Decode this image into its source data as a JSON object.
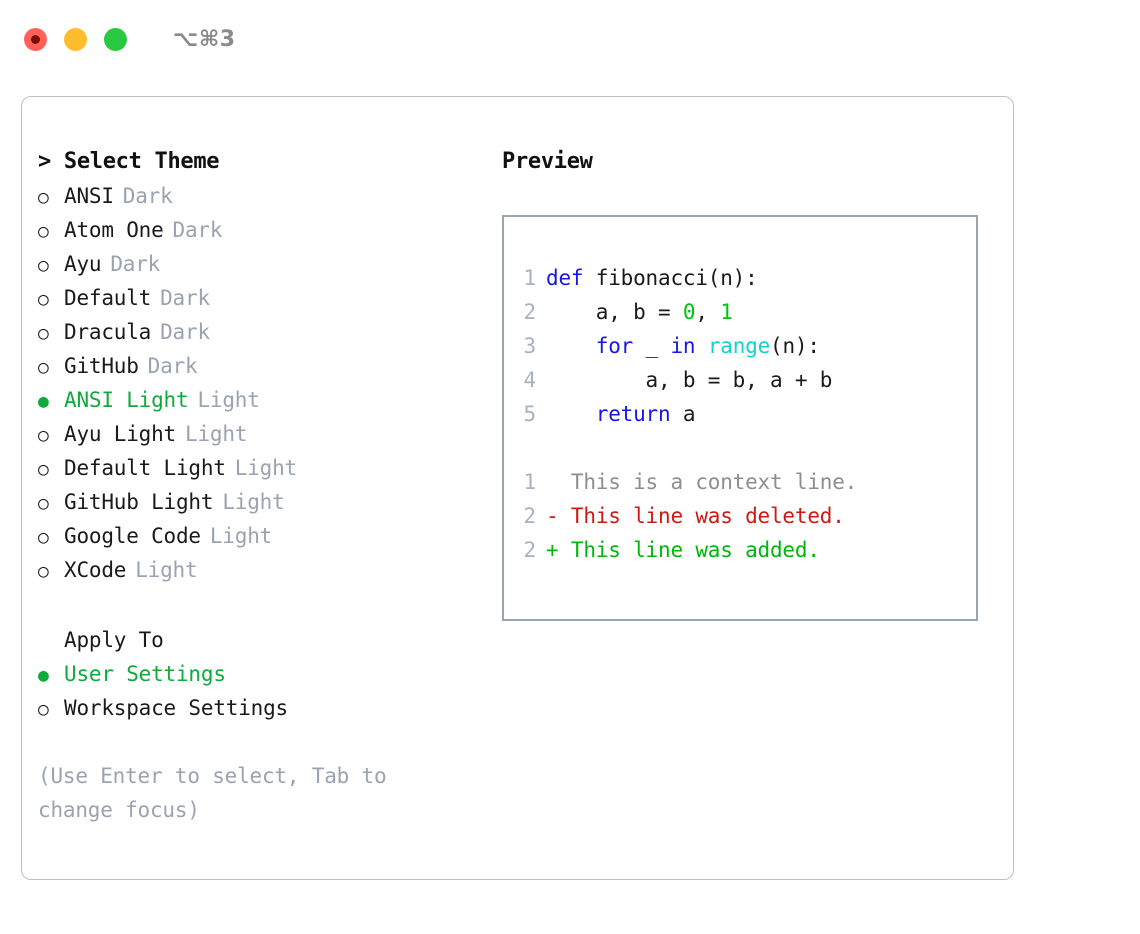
{
  "titlebar": {
    "shortcut": "⌥⌘3",
    "lights": [
      {
        "name": "close",
        "color": "#ff6159"
      },
      {
        "name": "minimize",
        "color": "#ffbd2e"
      },
      {
        "name": "maximize",
        "color": "#28c840"
      }
    ]
  },
  "colors": {
    "accent_selected": "#10a93b",
    "muted": "#9aa3b1",
    "border_card": "#b9c0ca",
    "border_preview": "#9aa5b4",
    "keyword": "#1616e8",
    "function": "#10d2d2",
    "number": "#00c40a",
    "diff_add": "#00b60a",
    "diff_del": "#cc1a12",
    "diff_ctx": "#8e8e8e",
    "linenum": "#a7b1c0"
  },
  "left": {
    "title": "> Select Theme",
    "themes": [
      {
        "bullet": "○",
        "name": "ANSI",
        "category": "Dark",
        "selected": false
      },
      {
        "bullet": "○",
        "name": "Atom One",
        "category": "Dark",
        "selected": false
      },
      {
        "bullet": "○",
        "name": "Ayu",
        "category": "Dark",
        "selected": false
      },
      {
        "bullet": "○",
        "name": "Default",
        "category": "Dark",
        "selected": false
      },
      {
        "bullet": "○",
        "name": "Dracula",
        "category": "Dark",
        "selected": false
      },
      {
        "bullet": "○",
        "name": "GitHub",
        "category": "Dark",
        "selected": false
      },
      {
        "bullet": "●",
        "name": "ANSI Light",
        "category": "Light",
        "selected": true
      },
      {
        "bullet": "○",
        "name": "Ayu Light",
        "category": "Light",
        "selected": false
      },
      {
        "bullet": "○",
        "name": "Default Light",
        "category": "Light",
        "selected": false
      },
      {
        "bullet": "○",
        "name": "GitHub Light",
        "category": "Light",
        "selected": false
      },
      {
        "bullet": "○",
        "name": "Google Code",
        "category": "Light",
        "selected": false
      },
      {
        "bullet": "○",
        "name": "XCode",
        "category": "Light",
        "selected": false
      }
    ],
    "apply_to_title": "Apply To",
    "apply_to": [
      {
        "bullet": "●",
        "name": "User Settings",
        "selected": true
      },
      {
        "bullet": "○",
        "name": "Workspace Settings",
        "selected": false
      }
    ],
    "hint": "(Use Enter to select, Tab to change focus)"
  },
  "right": {
    "title": "Preview",
    "code_lines": [
      {
        "num": "1",
        "tokens": [
          {
            "t": "def",
            "c": "kw"
          },
          {
            "t": " fibonacci(n):",
            "c": "def"
          }
        ]
      },
      {
        "num": "2",
        "tokens": [
          {
            "t": "    a, b = ",
            "c": "def"
          },
          {
            "t": "0",
            "c": "num"
          },
          {
            "t": ", ",
            "c": "def"
          },
          {
            "t": "1",
            "c": "num"
          }
        ]
      },
      {
        "num": "3",
        "tokens": [
          {
            "t": "    ",
            "c": "def"
          },
          {
            "t": "for",
            "c": "kw"
          },
          {
            "t": " _ ",
            "c": "def"
          },
          {
            "t": "in",
            "c": "kw"
          },
          {
            "t": " ",
            "c": "def"
          },
          {
            "t": "range",
            "c": "fn"
          },
          {
            "t": "(n):",
            "c": "def"
          }
        ]
      },
      {
        "num": "4",
        "tokens": [
          {
            "t": "        a, b = b, a + b",
            "c": "def"
          }
        ]
      },
      {
        "num": "5",
        "tokens": [
          {
            "t": "    ",
            "c": "def"
          },
          {
            "t": "return",
            "c": "kw"
          },
          {
            "t": " a",
            "c": "def"
          }
        ]
      }
    ],
    "diff_lines": [
      {
        "num": "1",
        "marker": " ",
        "text": " This is a context line.",
        "kind": "ctx"
      },
      {
        "num": "2",
        "marker": "-",
        "text": " This line was deleted.",
        "kind": "del"
      },
      {
        "num": "2",
        "marker": "+",
        "text": " This line was added.",
        "kind": "add"
      }
    ]
  }
}
